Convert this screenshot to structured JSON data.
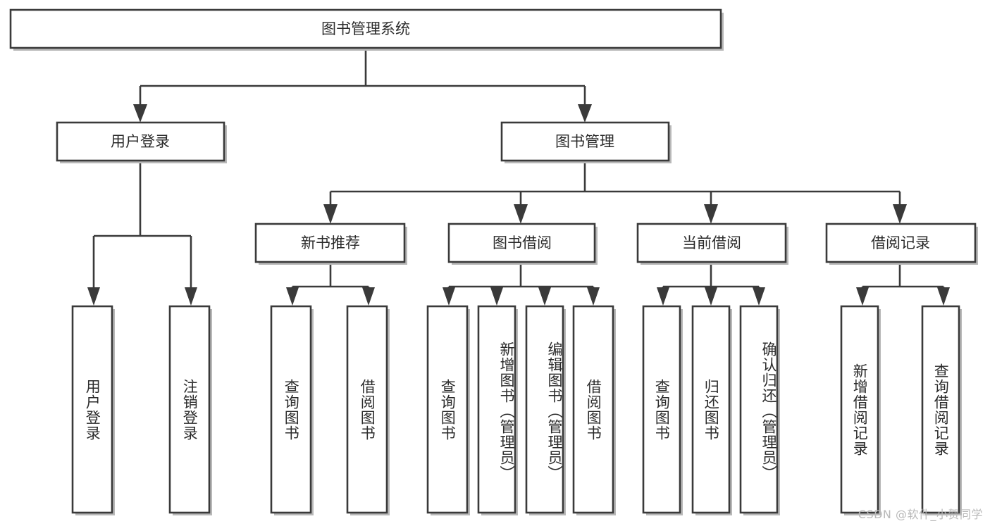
{
  "diagram": {
    "type": "tree",
    "title": "图书管理系统",
    "watermark": "CSDN @软件_小贺同学",
    "root": {
      "id": "root",
      "label": "图书管理系统",
      "orientation": "horizontal"
    },
    "level2": [
      {
        "id": "user-login",
        "label": "用户登录",
        "orientation": "horizontal"
      },
      {
        "id": "book-management",
        "label": "图书管理",
        "orientation": "horizontal"
      }
    ],
    "level3": [
      {
        "id": "new-book-recommend",
        "label": "新书推荐",
        "parent": "book-management",
        "orientation": "horizontal"
      },
      {
        "id": "book-borrow",
        "label": "图书借阅",
        "parent": "book-management",
        "orientation": "horizontal"
      },
      {
        "id": "current-borrow",
        "label": "当前借阅",
        "parent": "book-management",
        "orientation": "horizontal"
      },
      {
        "id": "borrow-record",
        "label": "借阅记录",
        "parent": "book-management",
        "orientation": "horizontal"
      }
    ],
    "leaves": [
      {
        "id": "leaf-user-login",
        "label": "用户登录",
        "parent": "user-login",
        "orientation": "vertical"
      },
      {
        "id": "leaf-logout",
        "label": "注销登录",
        "parent": "user-login",
        "orientation": "vertical"
      },
      {
        "id": "leaf-query-book-1",
        "label": "查询图书",
        "parent": "new-book-recommend",
        "orientation": "vertical"
      },
      {
        "id": "leaf-borrow-book-1",
        "label": "借阅图书",
        "parent": "new-book-recommend",
        "orientation": "vertical"
      },
      {
        "id": "leaf-query-book-2",
        "label": "查询图书",
        "parent": "book-borrow",
        "orientation": "vertical"
      },
      {
        "id": "leaf-add-book",
        "label": "新增图书（管理员）",
        "parent": "book-borrow",
        "orientation": "vertical"
      },
      {
        "id": "leaf-edit-book",
        "label": "编辑图书（管理员）",
        "parent": "book-borrow",
        "orientation": "vertical"
      },
      {
        "id": "leaf-borrow-book-2",
        "label": "借阅图书",
        "parent": "book-borrow",
        "orientation": "vertical"
      },
      {
        "id": "leaf-query-book-3",
        "label": "查询图书",
        "parent": "current-borrow",
        "orientation": "vertical"
      },
      {
        "id": "leaf-return-book",
        "label": "归还图书",
        "parent": "current-borrow",
        "orientation": "vertical"
      },
      {
        "id": "leaf-confirm-return",
        "label": "确认归还（管理员）",
        "parent": "current-borrow",
        "orientation": "vertical"
      },
      {
        "id": "leaf-add-record",
        "label": "新增借阅记录",
        "parent": "borrow-record",
        "orientation": "vertical"
      },
      {
        "id": "leaf-query-record",
        "label": "查询借阅记录",
        "parent": "borrow-record",
        "orientation": "vertical"
      }
    ],
    "colors": {
      "stroke": "#3a3a3a",
      "fill": "#ffffff",
      "text": "#2b2b2b",
      "shadow": "#b8b8b8",
      "watermark": "#b9b9b9"
    }
  }
}
